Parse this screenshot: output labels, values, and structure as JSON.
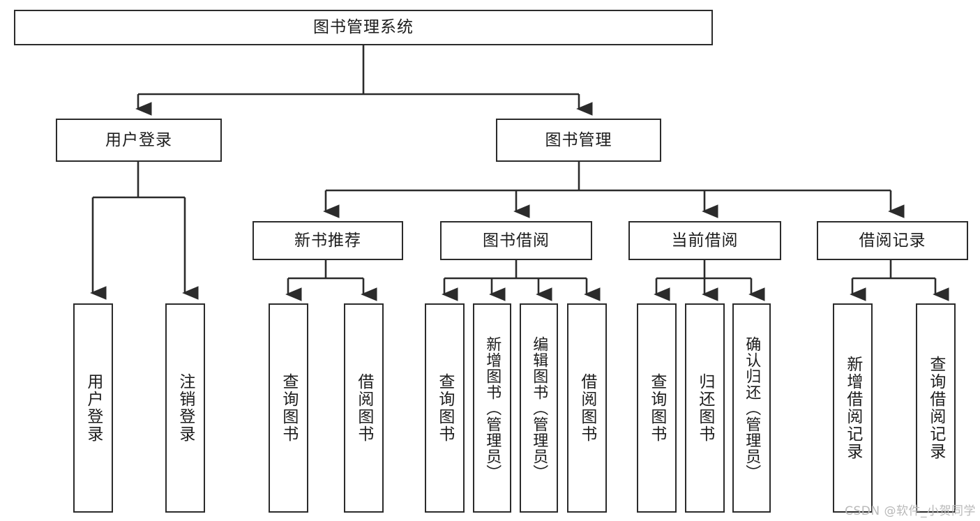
{
  "diagram": {
    "title": "图书管理系统",
    "type": "hierarchy-tree",
    "root": {
      "label": "图书管理系统"
    },
    "level2": [
      {
        "label": "用户登录"
      },
      {
        "label": "图书管理"
      }
    ],
    "level3": [
      {
        "label": "新书推荐"
      },
      {
        "label": "图书借阅"
      },
      {
        "label": "当前借阅"
      },
      {
        "label": "借阅记录"
      }
    ],
    "leaves": [
      {
        "label": "用户登录",
        "parent": "用户登录"
      },
      {
        "label": "注销登录",
        "parent": "用户登录"
      },
      {
        "label": "查询图书",
        "parent": "新书推荐"
      },
      {
        "label": "借阅图书",
        "parent": "新书推荐"
      },
      {
        "label": "查询图书",
        "parent": "图书借阅"
      },
      {
        "label": "新增图书（管理员）",
        "parent": "图书借阅"
      },
      {
        "label": "编辑图书（管理员）",
        "parent": "图书借阅"
      },
      {
        "label": "借阅图书",
        "parent": "图书借阅"
      },
      {
        "label": "查询图书",
        "parent": "当前借阅"
      },
      {
        "label": "归还图书",
        "parent": "当前借阅"
      },
      {
        "label": "确认归还（管理员）",
        "parent": "当前借阅"
      },
      {
        "label": "新增借阅记录",
        "parent": "借阅记录"
      },
      {
        "label": "查询借阅记录",
        "parent": "借阅记录"
      }
    ]
  },
  "watermark": {
    "text": "CSDN @软件_小贺同学"
  },
  "colors": {
    "background": "#ffffff",
    "box_border": "#2b2b2b",
    "connector": "#2b2b2b",
    "text": "#1c1c1c",
    "watermark": "#b9b9b9"
  }
}
